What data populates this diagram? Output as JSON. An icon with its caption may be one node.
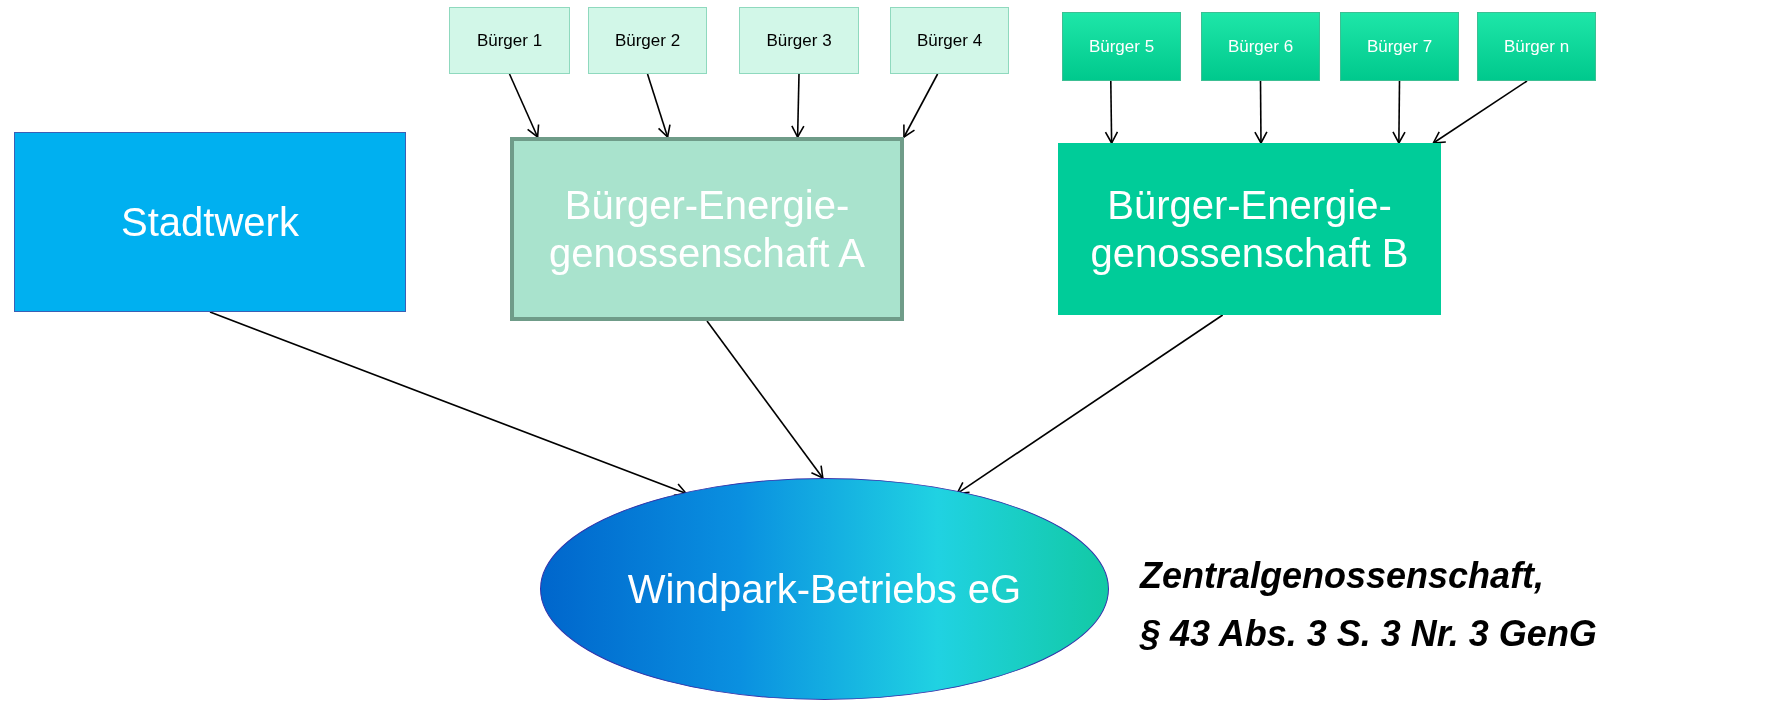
{
  "diagram": {
    "nodes": [
      {
        "text": [
          "Bürger 1"
        ]
      },
      {
        "text": [
          "Bürger 2"
        ]
      },
      {
        "text": [
          "Bürger 3"
        ]
      },
      {
        "text": [
          "Bürger 4"
        ]
      },
      {
        "text": [
          "Bürger 5"
        ]
      },
      {
        "text": [
          "Bürger 6"
        ]
      },
      {
        "text": [
          "Bürger 7"
        ]
      },
      {
        "text": [
          "Bürger n"
        ]
      },
      {
        "text": [
          "Stadtwerk"
        ]
      },
      {
        "text": [
          "Bürger-Energie-genossenschaft A"
        ]
      },
      {
        "text": [
          "Bürger-Energie-genossenschaft B"
        ]
      },
      {
        "text": [
          "Windpark-Betriebs eG"
        ],
        "beside": [
          "Zentralgenossenschaft,",
          "§ 43 Abs. 3 S. 3 Nr. 3 GenG"
        ]
      }
    ],
    "edges": [
      {
        "from": 0,
        "to": 9,
        "arrow": "to"
      },
      {
        "from": 1,
        "to": 9,
        "arrow": "to"
      },
      {
        "from": 2,
        "to": 9,
        "arrow": "to"
      },
      {
        "from": 3,
        "to": 9,
        "arrow": "to"
      },
      {
        "from": 4,
        "to": 10,
        "arrow": "to"
      },
      {
        "from": 5,
        "to": 10,
        "arrow": "to"
      },
      {
        "from": 6,
        "to": 10,
        "arrow": "to"
      },
      {
        "from": 7,
        "to": 10,
        "arrow": "to"
      },
      {
        "from": 8,
        "to": 11,
        "arrow": "to"
      },
      {
        "from": 9,
        "to": 11,
        "arrow": "to"
      },
      {
        "from": 10,
        "to": 11,
        "arrow": "to"
      }
    ]
  }
}
